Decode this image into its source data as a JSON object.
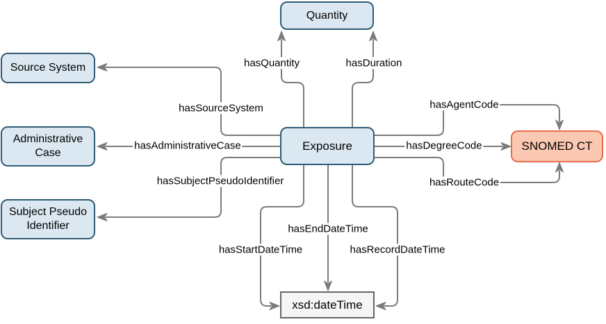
{
  "diagram": {
    "title": "Exposure class relations diagram",
    "colors": {
      "entity_fill": "#dbe8f1",
      "entity_stroke": "#2f5b76",
      "terminology_fill": "#fbc8b2",
      "terminology_stroke": "#ea6b4b",
      "datatype_fill": "#f5f5f5",
      "datatype_stroke": "#666666",
      "edge": "#7b7b7b",
      "edge_label_bg": "#ffffff",
      "text": "#000000"
    },
    "nodes": {
      "exposure": {
        "label": "Exposure"
      },
      "quantity": {
        "label": "Quantity"
      },
      "source_system": {
        "label": "Source System"
      },
      "administrative_case": {
        "label": "Administrative Case"
      },
      "subject_pseudo_identifier": {
        "label": "Subject Pseudo Identifier"
      },
      "snomed_ct": {
        "label": "SNOMED CT"
      },
      "xsd_datetime": {
        "label": "xsd:dateTime"
      }
    },
    "edges": {
      "has_quantity": {
        "label": "hasQuantity",
        "from": "Exposure",
        "to": "Quantity"
      },
      "has_duration": {
        "label": "hasDuration",
        "from": "Exposure",
        "to": "Quantity"
      },
      "has_source_system": {
        "label": "hasSourceSystem",
        "from": "Exposure",
        "to": "Source System"
      },
      "has_administrative_case": {
        "label": "hasAdministrativeCase",
        "from": "Exposure",
        "to": "Administrative Case"
      },
      "has_subject_pseudo_identifier": {
        "label": "hasSubjectPseudoIdentifier",
        "from": "Exposure",
        "to": "Subject Pseudo Identifier"
      },
      "has_agent_code": {
        "label": "hasAgentCode",
        "from": "Exposure",
        "to": "SNOMED CT"
      },
      "has_degree_code": {
        "label": "hasDegreeCode",
        "from": "Exposure",
        "to": "SNOMED CT"
      },
      "has_route_code": {
        "label": "hasRouteCode",
        "from": "Exposure",
        "to": "SNOMED CT"
      },
      "has_start_date_time": {
        "label": "hasStartDateTime",
        "from": "Exposure",
        "to": "xsd:dateTime"
      },
      "has_end_date_time": {
        "label": "hasEndDateTime",
        "from": "Exposure",
        "to": "xsd:dateTime"
      },
      "has_record_date_time": {
        "label": "hasRecordDateTime",
        "from": "Exposure",
        "to": "xsd:dateTime"
      }
    }
  }
}
